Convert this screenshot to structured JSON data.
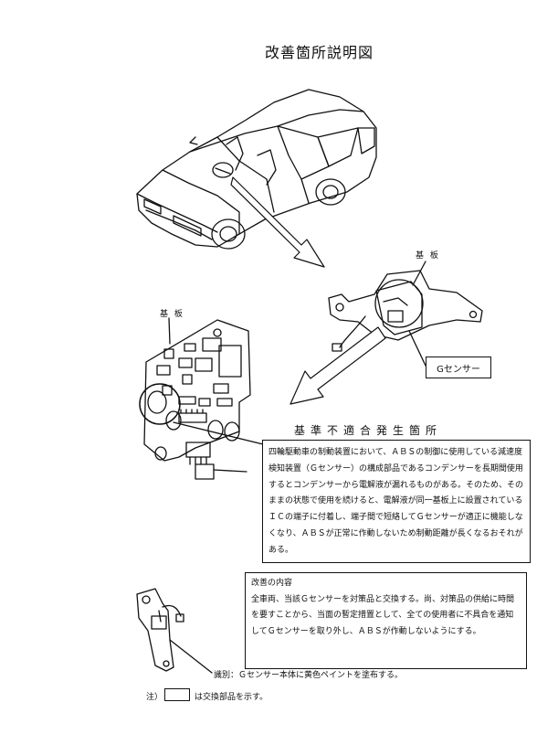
{
  "title": "改善箇所説明図",
  "labels": {
    "substrate_top": "基 板",
    "substrate_left": "基 板",
    "g_sensor": "Gセンサー"
  },
  "defect_section": {
    "heading": "基準不適合発生箇所",
    "body": "四輪駆動車の制動装置において、ＡＢＳの制御に使用している減速度検知装置（Ｇセンサー）の構成部品であるコンデンサーを長期間使用するとコンデンサーから電解液が漏れるものがある。そのため、そのままの状態で使用を続けると、電解液が同一基板上に設置されているＩＣの端子に付着し、端子間で短絡してＧセンサーが適正に機能しなくなり、ＡＢＳが正常に作動しないため制動距離が長くなるおそれがある。"
  },
  "improvement_section": {
    "heading": "改善の内容",
    "body": "全車両、当該Ｇセンサーを対策品と交換する。尚、対策品の供給に時間を要すことから、当面の暫定措置として、全ての使用者に不具合を通知してＧセンサーを取り外し、ＡＢＳが作動しないようにする。"
  },
  "identification": "識別：Ｇセンサー本体に黄色ペイントを塗布する。",
  "note": {
    "prefix": "注）",
    "suffix": "は交換部品を示す。"
  }
}
